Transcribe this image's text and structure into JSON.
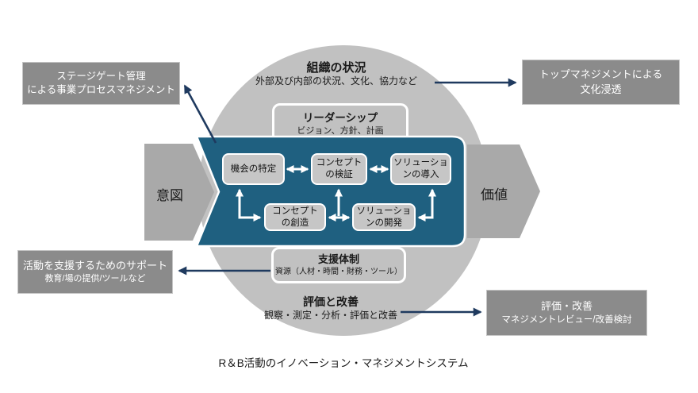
{
  "title_caption": "R＆B活動のイノベーション・マネジメントシステム",
  "colors": {
    "band_teal": "#1f6080",
    "circle_gray": "#c1c1c1",
    "flow_arrow_gray": "#a9a9a9",
    "process_box_gray": "#c6c6c6",
    "callout_gray": "#8b8b8b",
    "connector_navy": "#1f3a5f",
    "white": "#ffffff"
  },
  "rings": {
    "context": {
      "title": "組織の状況",
      "subtitle": "外部及び内部の状況、文化、協力など"
    },
    "leadership": {
      "title": "リーダーシップ",
      "subtitle": "ビジョン、方針、計画"
    },
    "support": {
      "title": "支援体制",
      "subtitle": "資源（人材・時間・財務・ツール）"
    },
    "evaluation": {
      "title": "評価と改善",
      "subtitle": "観察・測定・分析・評価と改善"
    }
  },
  "flow": {
    "intent_label": "意図",
    "value_label": "価値",
    "steps": [
      {
        "name": "identify-opportunity",
        "lines": [
          "機会の特定",
          ""
        ]
      },
      {
        "name": "verify-concept",
        "lines": [
          "コンセプト",
          "の検証"
        ]
      },
      {
        "name": "deploy-solution",
        "lines": [
          "ソリューショ",
          "ンの導入"
        ]
      },
      {
        "name": "create-concept",
        "lines": [
          "コンセプト",
          "の創造"
        ]
      },
      {
        "name": "develop-solution",
        "lines": [
          "ソリューショ",
          "ンの開発"
        ]
      }
    ]
  },
  "callouts": {
    "stage_gate": {
      "lines": [
        "ステージゲート管理",
        "による事業プロセスマネジメント"
      ]
    },
    "top_management": {
      "lines": [
        "トップマネジメントによる",
        "文化浸透"
      ]
    },
    "activity_support": {
      "lines": [
        "活動を支援するためのサポート",
        "教育/場の提供/ツールなど"
      ]
    },
    "evaluation_improvement": {
      "lines": [
        "評価・改善",
        "マネジメントレビュー/改善検討"
      ]
    }
  }
}
